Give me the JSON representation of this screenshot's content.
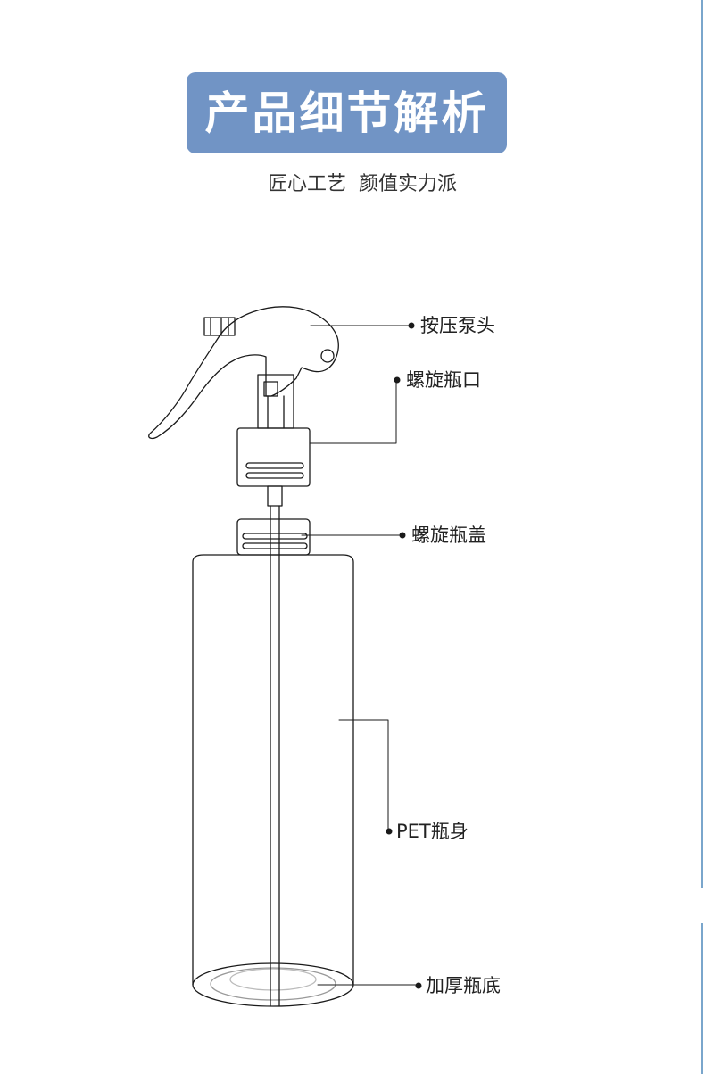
{
  "header": {
    "title": "产品细节解析",
    "subtitle": "匠心工艺  颜值实力派"
  },
  "callouts": {
    "pump_head": "按压泵头",
    "screw_neck": "螺旋瓶口",
    "screw_cap": "螺旋瓶盖",
    "pet_body": "PET瓶身",
    "thick_base": "加厚瓶底"
  },
  "colors": {
    "title_bg": "#7194c5",
    "title_text": "#ffffff",
    "line_art": "#1a1a1a",
    "edge_rule": "#7aa6cc"
  }
}
